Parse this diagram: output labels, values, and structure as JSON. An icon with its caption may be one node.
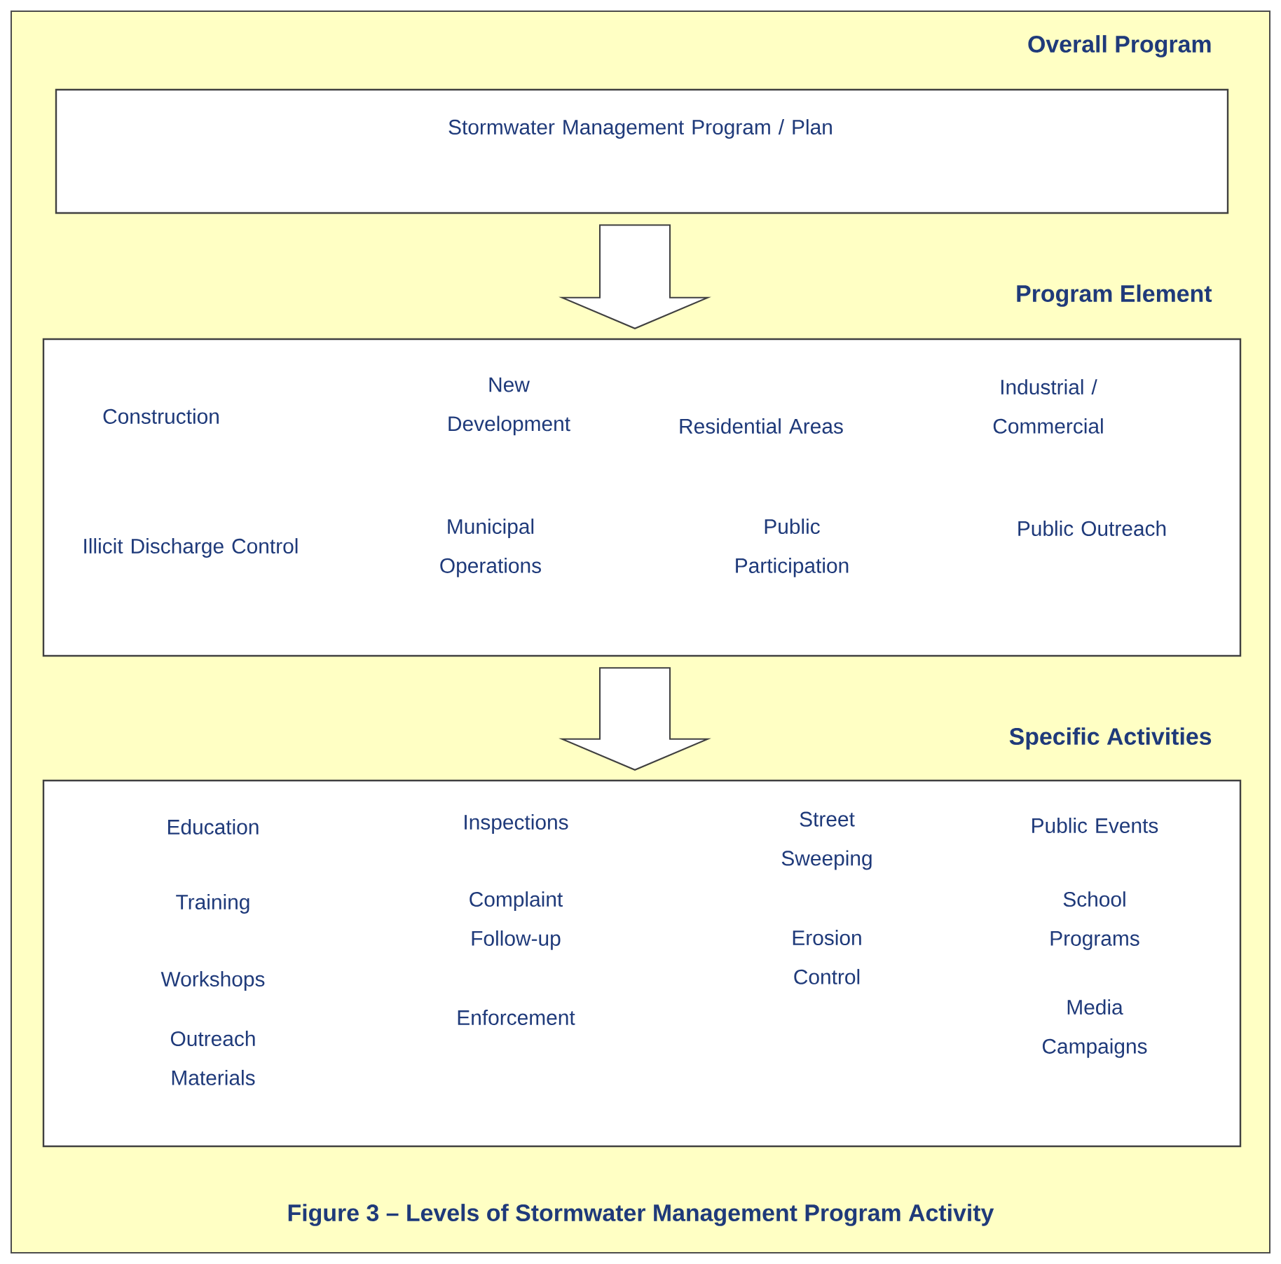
{
  "diagram": {
    "caption": "Figure 3 – Levels of Stormwater Management Program Activity",
    "nodes": [
      {
        "text": [
          "Overall Program",
          "Stormwater Management Program / Plan"
        ]
      },
      {
        "text": [
          "Program Element",
          "Construction",
          "New Development",
          "Residential Areas",
          "Industrial / Commercial",
          "Illicit Discharge Control",
          "Municipal Operations",
          "Public Participation",
          "Public Outreach"
        ]
      },
      {
        "text": [
          "Specific Activities",
          "Education",
          "Training",
          "Workshops",
          "Outreach Materials",
          "Inspections",
          "Complaint Follow-up",
          "Enforcement",
          "Street Sweeping",
          "Erosion Control",
          "Public Events",
          "School Programs",
          "Media Campaigns"
        ]
      }
    ],
    "edges": [
      {
        "from": 0,
        "to": 1,
        "arrow": "to"
      },
      {
        "from": 1,
        "to": 2,
        "arrow": "to"
      }
    ]
  }
}
